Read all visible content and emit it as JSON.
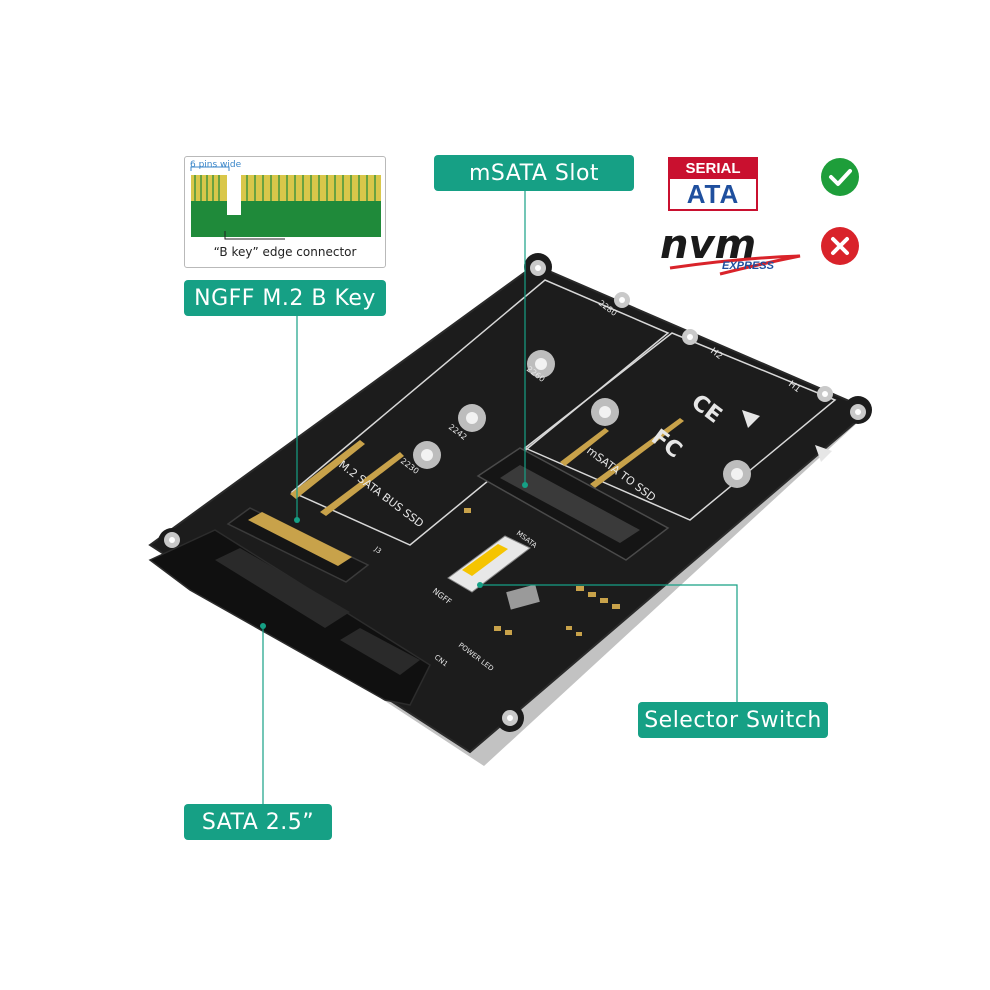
{
  "callouts": {
    "msata_slot": "mSATA  Slot",
    "ngff_m2": "NGFF M.2 B Key",
    "selector_switch": "Selector Switch",
    "sata": "SATA  2.5”"
  },
  "inset": {
    "pins_label": "6 pins wide",
    "caption": "“B key”  edge connector"
  },
  "logos": {
    "serial_ata": {
      "line1": "SERIAL",
      "line2": "ATA"
    },
    "nvme": {
      "line1": "nvm",
      "line2": "EXPRESS"
    }
  },
  "compatibility": {
    "serial_ata": "check-icon",
    "nvme": "cross-icon"
  },
  "board_text": {
    "m2_label": "M.2  SATA  BUS  SSD",
    "msata_label": "mSATA  TO  SSD",
    "size_2230": "2230",
    "size_2242": "2242",
    "size_2260": "2260",
    "size_2280": "2280",
    "h1": "H1",
    "h2": "H2",
    "ngfp": "NGFF",
    "msata_short": "MSATA",
    "power_led": "POWER LED",
    "cn1": "CN1",
    "j3": "J3",
    "fc": "FC",
    "ce": "CE"
  },
  "colors": {
    "accent": "#16a085",
    "board": "#1b1b1b",
    "gold": "#c8a24a",
    "check": "#1e9e3a",
    "cross": "#d9232a",
    "sata_red": "#c9102f",
    "sata_blue": "#1f4f9e"
  }
}
